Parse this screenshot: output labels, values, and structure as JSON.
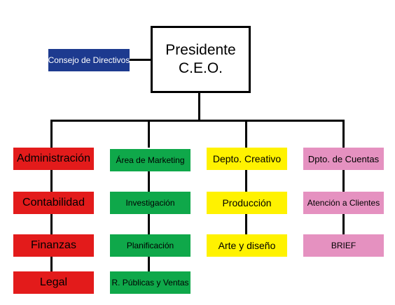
{
  "colors": {
    "red": "#e31b1b",
    "green": "#0fa84a",
    "yellow": "#fff200",
    "pink": "#e591c0",
    "navy": "#1d3a8f"
  },
  "president": {
    "line1": "Presidente",
    "line2": "C.E.O."
  },
  "board": {
    "label": "Consejo de Directivos"
  },
  "departments": [
    {
      "id": "admin",
      "color": "red",
      "head": "Administración",
      "children": [
        "Contabilidad",
        "Finanzas",
        "Legal"
      ]
    },
    {
      "id": "marketing",
      "color": "green",
      "head": "Área de Marketing",
      "children": [
        "Investigación",
        "Planificación",
        "R. Públicas y Ventas"
      ]
    },
    {
      "id": "creativo",
      "color": "yellow",
      "head": "Depto. Creativo",
      "children": [
        "Producción",
        "Arte y diseño"
      ]
    },
    {
      "id": "cuentas",
      "color": "pink",
      "head": "Dpto. de Cuentas",
      "children": [
        "Atención a Clientes",
        "BRIEF"
      ]
    }
  ]
}
